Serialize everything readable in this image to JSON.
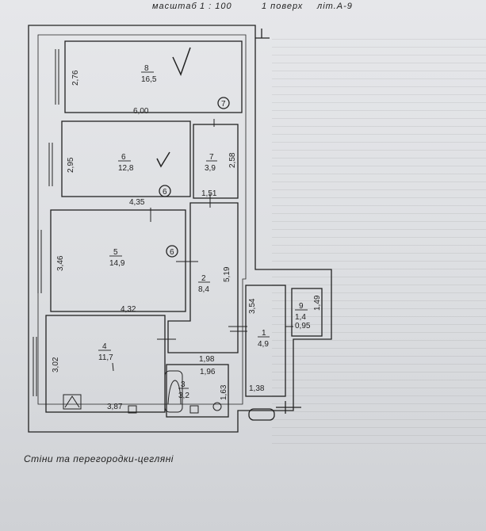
{
  "header": {
    "scale_label": "масштаб",
    "scale_value": "1 : 100",
    "floor_label": "1 поверх",
    "lit_label": "літ.А-9"
  },
  "footnote": "Стіни та перегородки-цегляні",
  "rooms": [
    {
      "num": "8",
      "area": "16,5"
    },
    {
      "num": "6",
      "area": "12,8"
    },
    {
      "num": "7",
      "area": "3,9"
    },
    {
      "num": "5",
      "area": "14,9"
    },
    {
      "num": "2",
      "area": "8,4"
    },
    {
      "num": "1",
      "area": "4,9"
    },
    {
      "num": "9",
      "area": "1,4"
    },
    {
      "num": "4",
      "area": "11,7"
    },
    {
      "num": "3",
      "area": "3,2"
    }
  ],
  "dimensions": {
    "r8_height": "2,76",
    "r8_width": "6,00",
    "r6_height": "2,95",
    "r6_width": "4,35",
    "r7_height": "2,58",
    "r7_width": "1,51",
    "r5_height": "3,46",
    "r5_width": "4,32",
    "r2_height": "5,19",
    "r1_height": "3,54",
    "r9_height": "1,49",
    "r9_width": "0,95",
    "r4_height": "3,02",
    "r4_width": "3,87",
    "r2_width": "1,98",
    "r3_width": "1,96",
    "r3_height": "1,63",
    "r1_width": "1,38"
  },
  "markers": [
    "7",
    "6",
    "6"
  ],
  "colors": {
    "ink": "#222222",
    "paper": "#e1e2e5"
  }
}
